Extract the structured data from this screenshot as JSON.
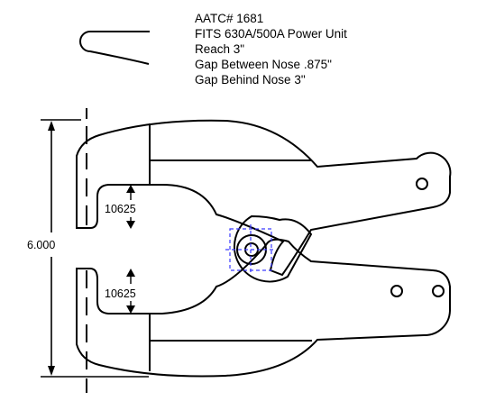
{
  "specs": {
    "part_number": "AATC# 1681",
    "fits": "FITS 630A/500A Power Unit",
    "reach": "Reach 3\"",
    "gap_between_nose": "Gap Between Nose .875\"",
    "gap_behind_nose": "Gap Behind Nose 3\""
  },
  "dimensions": {
    "overall_height": "6.000",
    "upper_jaw_opening": "10625",
    "lower_jaw_opening": "10625"
  },
  "colors": {
    "line": "#000000",
    "center_mark": "#3b3bff",
    "background": "#ffffff"
  },
  "icons": {
    "nose_profile": "nose-profile-icon"
  }
}
